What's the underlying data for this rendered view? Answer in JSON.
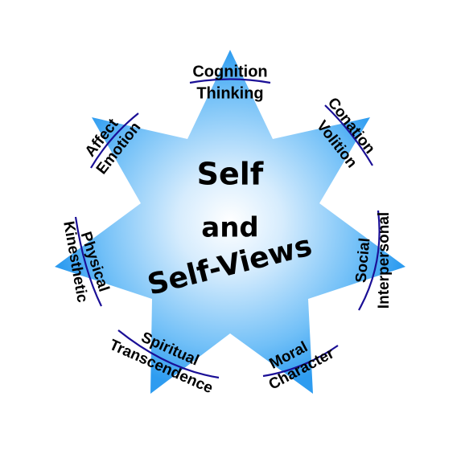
{
  "center": {
    "line1": "Self",
    "line2": "and",
    "line3": "Self-Views"
  },
  "points": [
    {
      "id": "cognition",
      "outer": "Cognition",
      "inner": "Thinking"
    },
    {
      "id": "conation",
      "outer": "Conation",
      "inner": "Volition"
    },
    {
      "id": "social",
      "outer": "Interpersonal",
      "inner": "Social"
    },
    {
      "id": "moral",
      "outer": "Character",
      "inner": "Moral"
    },
    {
      "id": "spiritual",
      "outer": "Transcendence",
      "inner": "Spiritual"
    },
    {
      "id": "physical",
      "outer": "Kinesthetic",
      "inner": "Physical"
    },
    {
      "id": "affect",
      "outer": "Affect",
      "inner": "Emotion"
    }
  ],
  "colors": {
    "star_center": "#ffffff",
    "star_edge": "#2e9cf0",
    "arc": "#1a0f96",
    "text": "#000000"
  }
}
